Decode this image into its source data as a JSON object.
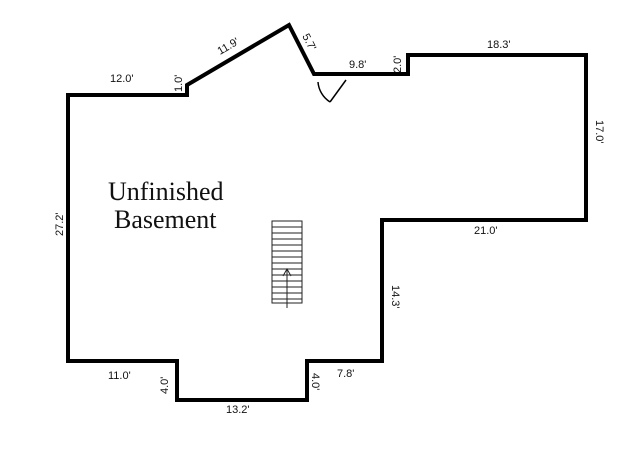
{
  "plan": {
    "room_label_line1": "Unfinished",
    "room_label_line2": "Basement",
    "dimensions": {
      "top_left": "12.0'",
      "jog_top": "1.0'",
      "slant_up": "11.9'",
      "slant_down": "5.7'",
      "door_segment": "9.8'",
      "jog_right": "2.0'",
      "top_right": "18.3'",
      "right_upper": "17.0'",
      "step_in": "21.0'",
      "right_lower": "14.3'",
      "bottom_right": "7.8'",
      "notch_right": "4.0'",
      "notch_bottom": "13.2'",
      "notch_left": "4.0'",
      "bottom_left": "11.0'",
      "left_side": "27.2'"
    }
  }
}
